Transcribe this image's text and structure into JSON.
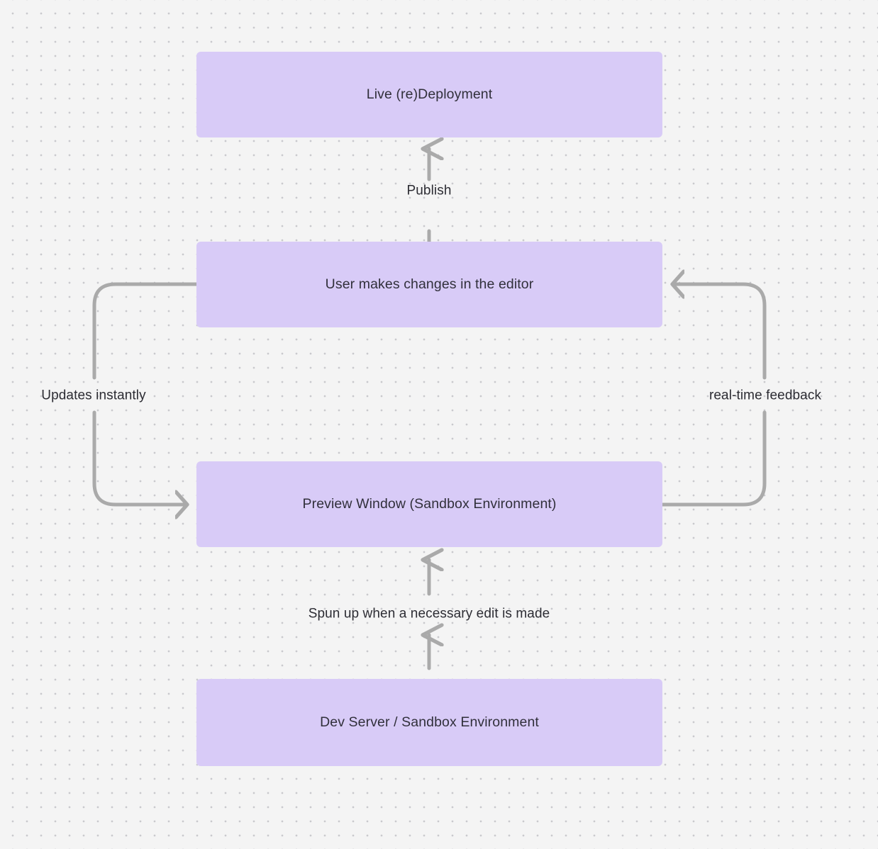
{
  "diagram": {
    "type": "flowchart",
    "background": "#f4f4f4",
    "dot_grid_color": "#c9c9cd",
    "node_fill": "#d8cbf7",
    "node_text_color": "#31303b",
    "edge_color": "#aaaaaa",
    "edge_label_color": "#2c2c33",
    "nodes": [
      {
        "id": "live-deployment",
        "label": "Live (re)Deployment"
      },
      {
        "id": "user-edits",
        "label": "User makes changes in the editor"
      },
      {
        "id": "preview-window",
        "label": "Preview Window (Sandbox Environment)"
      },
      {
        "id": "dev-server",
        "label": "Dev Server / Sandbox Environment"
      }
    ],
    "edges": [
      {
        "id": "publish",
        "from": "user-edits",
        "to": "live-deployment",
        "label": "Publish"
      },
      {
        "id": "updates-instantly",
        "from": "user-edits",
        "to": "preview-window",
        "label": "Updates instantly"
      },
      {
        "id": "real-time-feedback",
        "from": "preview-window",
        "to": "user-edits",
        "label": "real-time feedback"
      },
      {
        "id": "spun-up",
        "from": "preview-window",
        "to": "dev-server",
        "label": "Spun up when a necessary edit is made"
      }
    ]
  }
}
